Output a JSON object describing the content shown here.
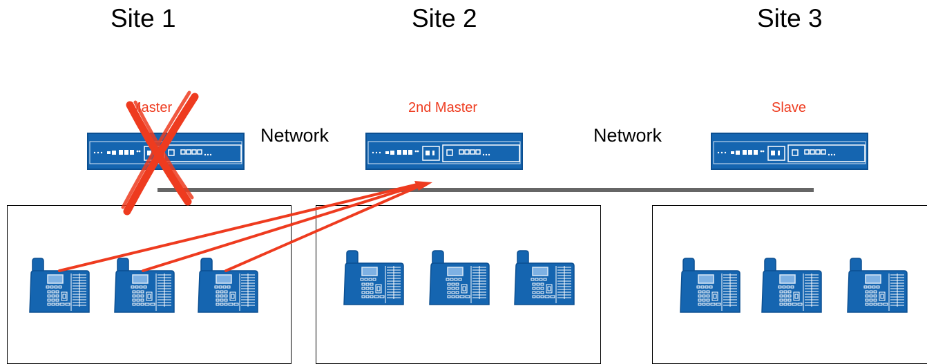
{
  "sites": [
    {
      "title": "Site 1",
      "role": "Master",
      "failed": true
    },
    {
      "title": "Site 2",
      "role": "2nd Master",
      "failed": false
    },
    {
      "title": "Site 3",
      "role": "Slave",
      "failed": false
    }
  ],
  "network_labels": [
    "Network",
    "Network"
  ],
  "colors": {
    "device": "#1565b0",
    "device_dark": "#0b4f91",
    "accent": "#ee3b1f",
    "backbone": "#666666"
  },
  "icons": {
    "pbx": "pbx-unit-icon",
    "phone": "ip-desk-phone-icon",
    "failure": "red-x-icon"
  }
}
